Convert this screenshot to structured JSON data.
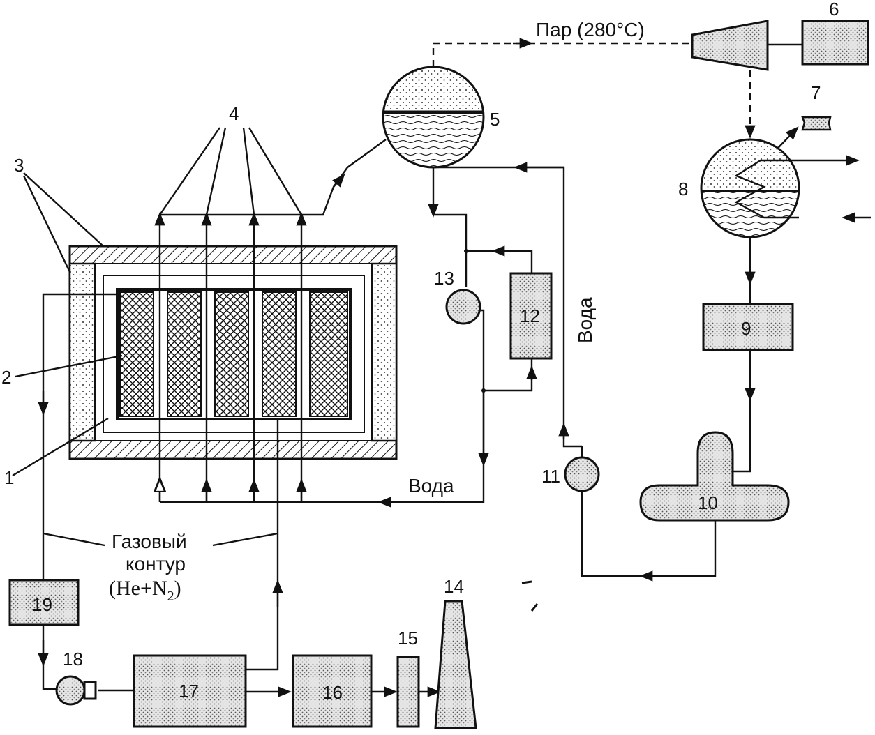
{
  "labels": {
    "steam": "Пар (280°C)",
    "water_top": "Вода",
    "water_bottom": "Вода",
    "gas_loop_line1": "Газовый",
    "gas_loop_line2": "контур",
    "gas_loop_formula": "(He+N",
    "gas_loop_sub": "2",
    "gas_loop_close": ")"
  },
  "numbers": {
    "n1": "1",
    "n2": "2",
    "n3": "3",
    "n4": "4",
    "n5": "5",
    "n6": "6",
    "n7": "7",
    "n8": "8",
    "n9": "9",
    "n10": "10",
    "n11": "11",
    "n12": "12",
    "n13": "13",
    "n14": "14",
    "n15": "15",
    "n16": "16",
    "n17": "17",
    "n18": "18",
    "n19": "19"
  }
}
